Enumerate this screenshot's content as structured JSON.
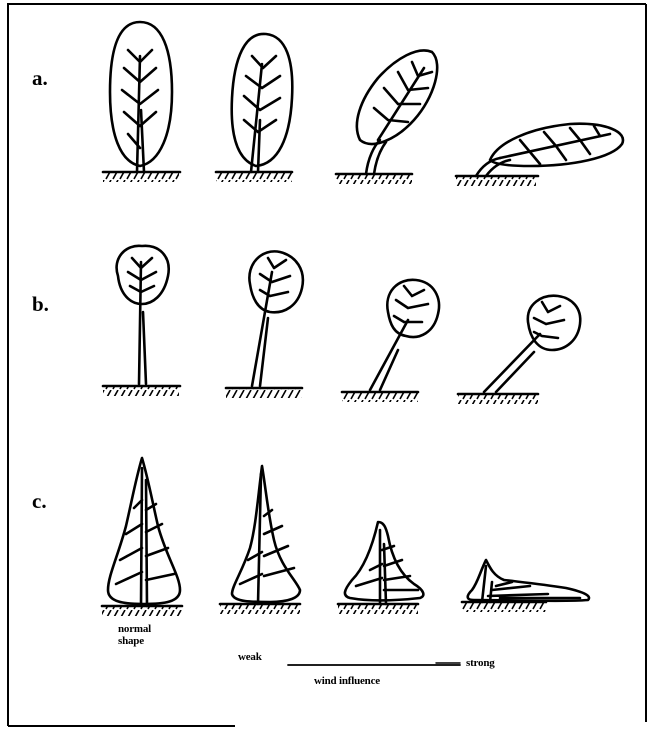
{
  "rows": [
    {
      "label": "a."
    },
    {
      "label": "b."
    },
    {
      "label": "c."
    }
  ],
  "captions": {
    "normal_shape": "normal\nshape",
    "weak": "weak",
    "strong": "strong",
    "wind_influence": "wind influence"
  },
  "colors": {
    "ink": "#000000",
    "background": "#ffffff"
  }
}
